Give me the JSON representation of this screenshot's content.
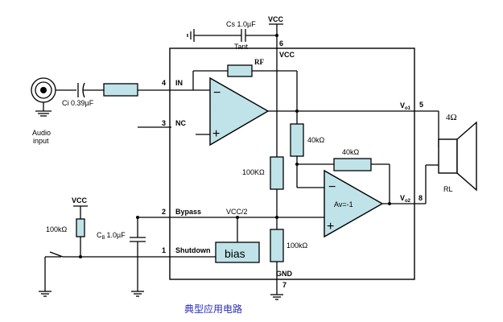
{
  "labels": {
    "cs": "Cs  1.0µF",
    "tant": "Tant",
    "vcc_top": "VCC",
    "pin6": "6",
    "vcc_ic": "VCC",
    "rf": "RF",
    "pin4": "4",
    "in": "IN",
    "ci": "Ci  0.39µF",
    "audio_input": "Audio\ninput",
    "pin3": "3",
    "nc": "NC",
    "vo1": "V",
    "vo1_sub": "o1",
    "pin5": "5",
    "r40k_1": "40kΩ",
    "r40k_2": "40kΩ",
    "r100k_1": "100KΩ",
    "avm1": "Av=-1",
    "vo2": "V",
    "vo2_sub": "o2",
    "pin8": "8",
    "rl_ohm": "4Ω",
    "rl": "RL",
    "vcc_left": "VCC",
    "r100k_left": "100kΩ",
    "cb": "C",
    "cb_sub": "B",
    "cb_val": "1.0µF",
    "pin2": "2",
    "bypass": "Bypass",
    "vcc2": "VCC/2",
    "pin1": "1",
    "shutdown": "Shutdown",
    "bias": "bias",
    "r100k_2": "100kΩ",
    "gnd": "GND",
    "pin7": "7",
    "caption": "典型应用电路",
    "minus1": "−",
    "plus1": "+",
    "minus2": "−",
    "plus2": "+"
  },
  "colors": {
    "component_fill": "#bfe3e8",
    "caption": "#2b2bb8",
    "wire": "#000000"
  }
}
